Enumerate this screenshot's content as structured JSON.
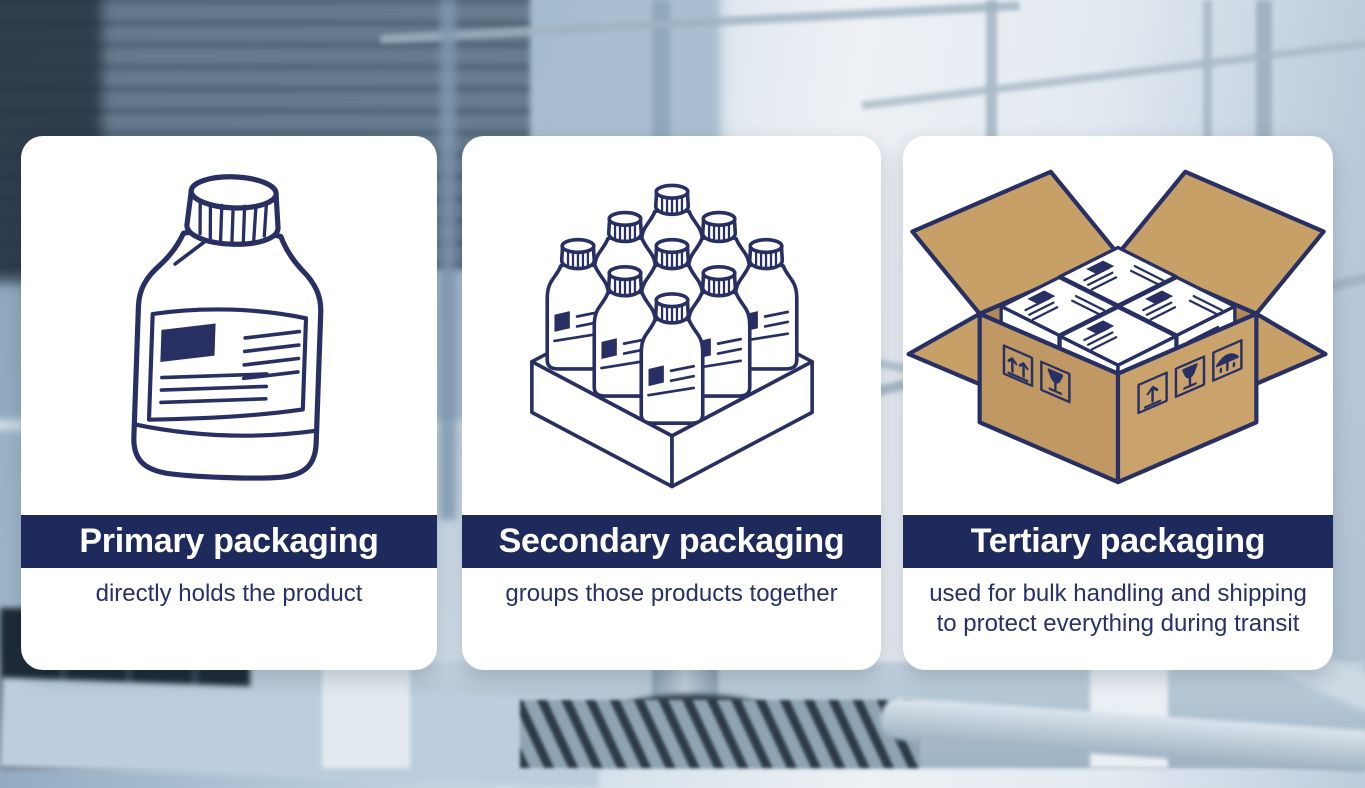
{
  "cards": [
    {
      "id": "primary",
      "title": "Primary packaging",
      "subtitle": "directly holds the product",
      "illustration_icon": "bottle-icon"
    },
    {
      "id": "secondary",
      "title": "Secondary packaging",
      "subtitle": "groups those products together",
      "illustration_icon": "bottle-crate-icon"
    },
    {
      "id": "tertiary",
      "title": "Tertiary packaging",
      "subtitle": "used for bulk handling and shipping to protect everything during transit",
      "illustration_icon": "shipping-box-icon"
    }
  ],
  "colors": {
    "banner_navy": "#1e2a5c",
    "caption_navy": "#273069",
    "line_art_navy": "#272f63",
    "card_white": "#ffffff",
    "cardboard": "#c59e67",
    "cardboard_flap": "#c7a068",
    "cardboard_inner": "#b08a55",
    "background_blue_gray": "#b9cbd9"
  }
}
